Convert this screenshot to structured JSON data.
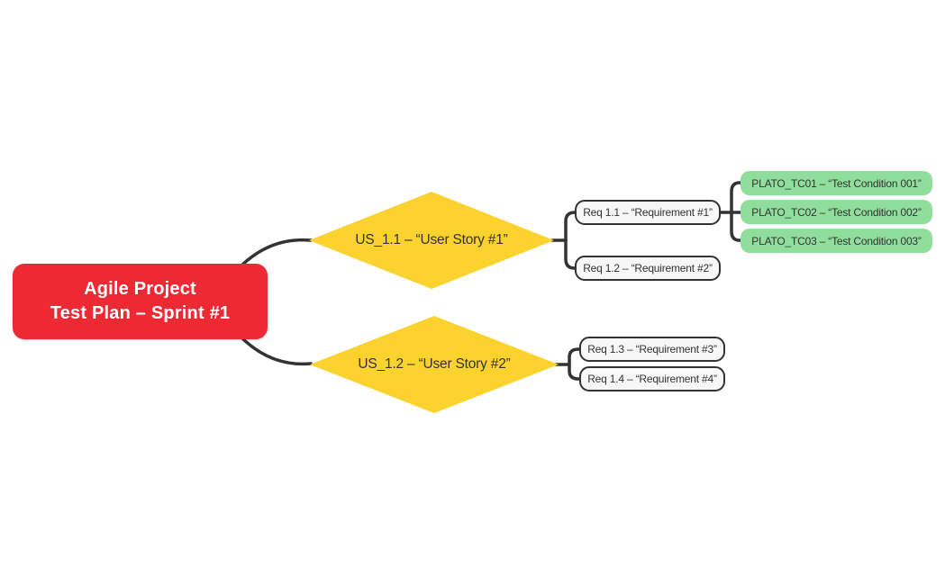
{
  "colors": {
    "accent-red": "#ED2A33",
    "accent-yellow": "#FBD22E",
    "accent-green": "#8FDE9C",
    "node-bg": "#F7F7F7",
    "line": "#333333",
    "text-dark": "#333333",
    "background": "#FFFFFF"
  },
  "nodes": {
    "root": {
      "line1": "Agile Project",
      "line2": "Test Plan – Sprint #1"
    },
    "story1": {
      "label": "US_1.1 – “User Story #1”"
    },
    "story2": {
      "label": "US_1.2 – “User Story #2”"
    },
    "req11": {
      "label": "Req 1.1 – “Requirement #1”"
    },
    "req12": {
      "label": "Req 1.2 – “Requirement #2”"
    },
    "req13": {
      "label": "Req 1.3 – “Requirement #3”"
    },
    "req14": {
      "label": "Req 1.4 – “Requirement #4”"
    },
    "tc01": {
      "label": "PLATO_TC01 – “Test Condition 001”"
    },
    "tc02": {
      "label": "PLATO_TC02 – “Test Condition 002”"
    },
    "tc03": {
      "label": "PLATO_TC03 – “Test Condition 003”"
    }
  }
}
